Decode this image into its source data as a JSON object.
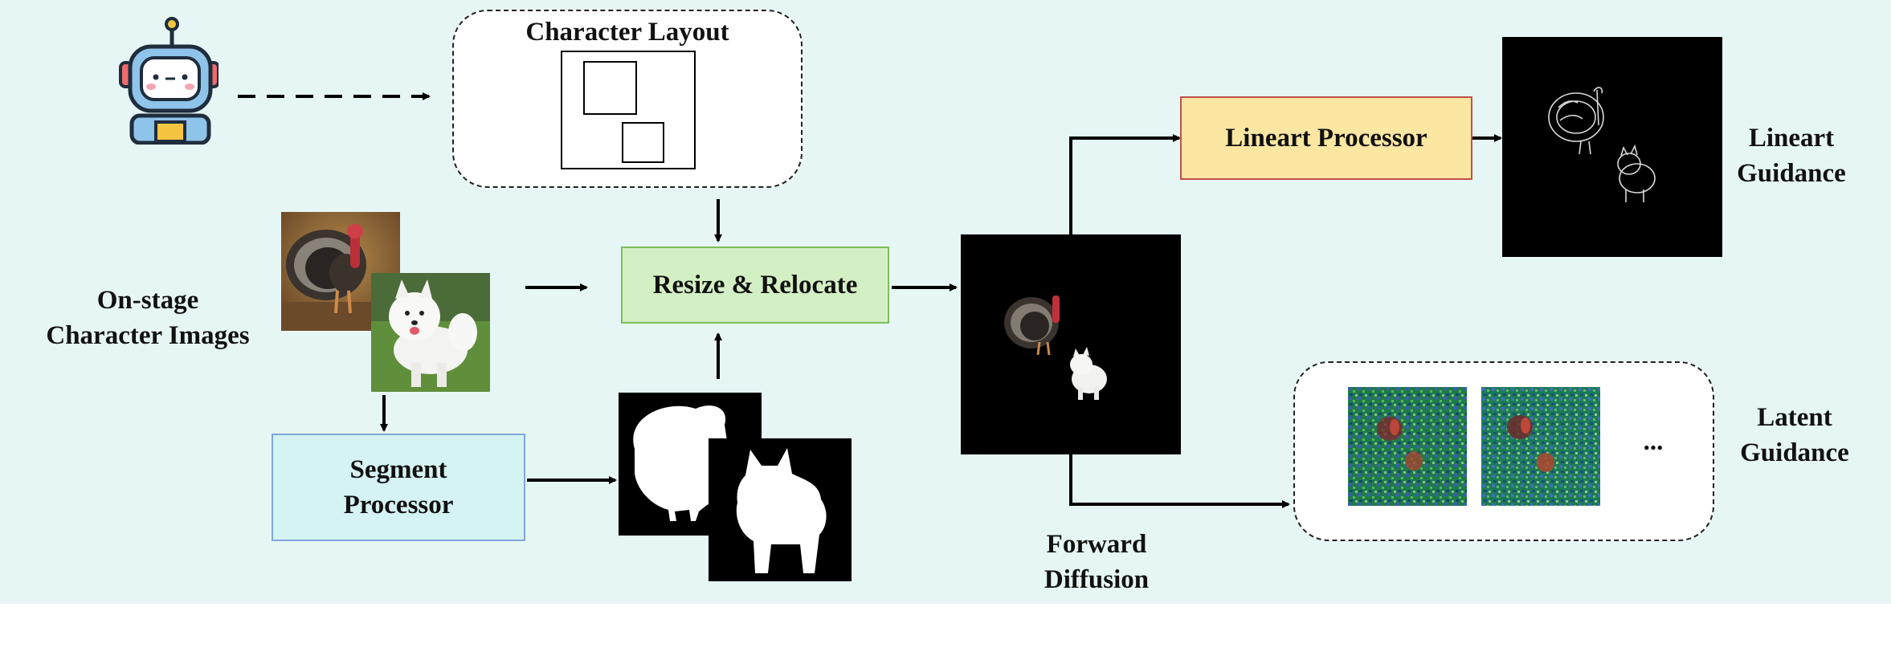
{
  "layout_box": {
    "title": "Character Layout"
  },
  "labels": {
    "onstage": "On-stage\nCharacter Images",
    "forward": "Forward\nDiffusion",
    "lineart_guidance": "Lineart\nGuidance",
    "latent_guidance": "Latent\nGuidance",
    "ellipsis": "..."
  },
  "processors": {
    "segment": "Segment\nProcessor",
    "resize": "Resize & Relocate",
    "lineart": "Lineart Processor"
  },
  "colors": {
    "background": "#e6f6f4",
    "segment_fill": "#d5f3f2",
    "segment_border": "#7fa8d8",
    "resize_fill": "#d3efc4",
    "resize_border": "#7cbf5a",
    "lineart_fill": "#fbe6a2",
    "lineart_border": "#c0504d"
  },
  "icons": [
    "robot-icon"
  ]
}
